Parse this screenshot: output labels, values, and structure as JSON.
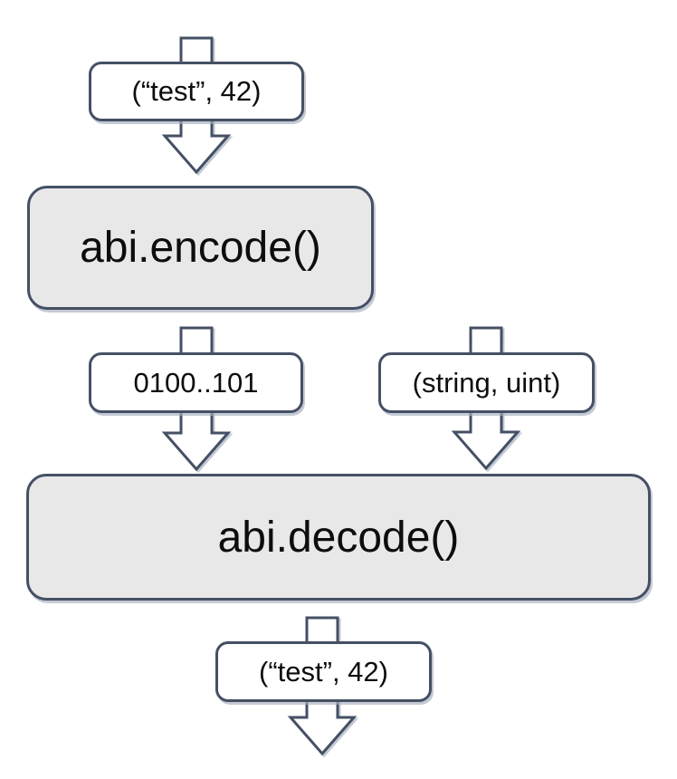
{
  "diagram": {
    "nodes": {
      "input_tuple": {
        "label": "(“test”, 42)",
        "type": "value"
      },
      "encode": {
        "label": "abi.encode()",
        "type": "process"
      },
      "encoded_bytes": {
        "label": "0100..101",
        "type": "value"
      },
      "type_list": {
        "label": "(string, uint)",
        "type": "value"
      },
      "decode": {
        "label": "abi.decode()",
        "type": "process"
      },
      "output_tuple": {
        "label": "(“test”, 42)",
        "type": "value"
      }
    },
    "flows": [
      "input_tuple -> abi.encode()",
      "abi.encode() -> encoded_bytes -> abi.decode()",
      "type_list -> abi.decode()",
      "abi.decode() -> output_tuple -> out"
    ],
    "colors": {
      "outline": "#455064",
      "process_fill": "#e8e8e9",
      "label_fill": "#ffffff",
      "text": "#0d0d0d",
      "background": "#ffffff"
    }
  }
}
